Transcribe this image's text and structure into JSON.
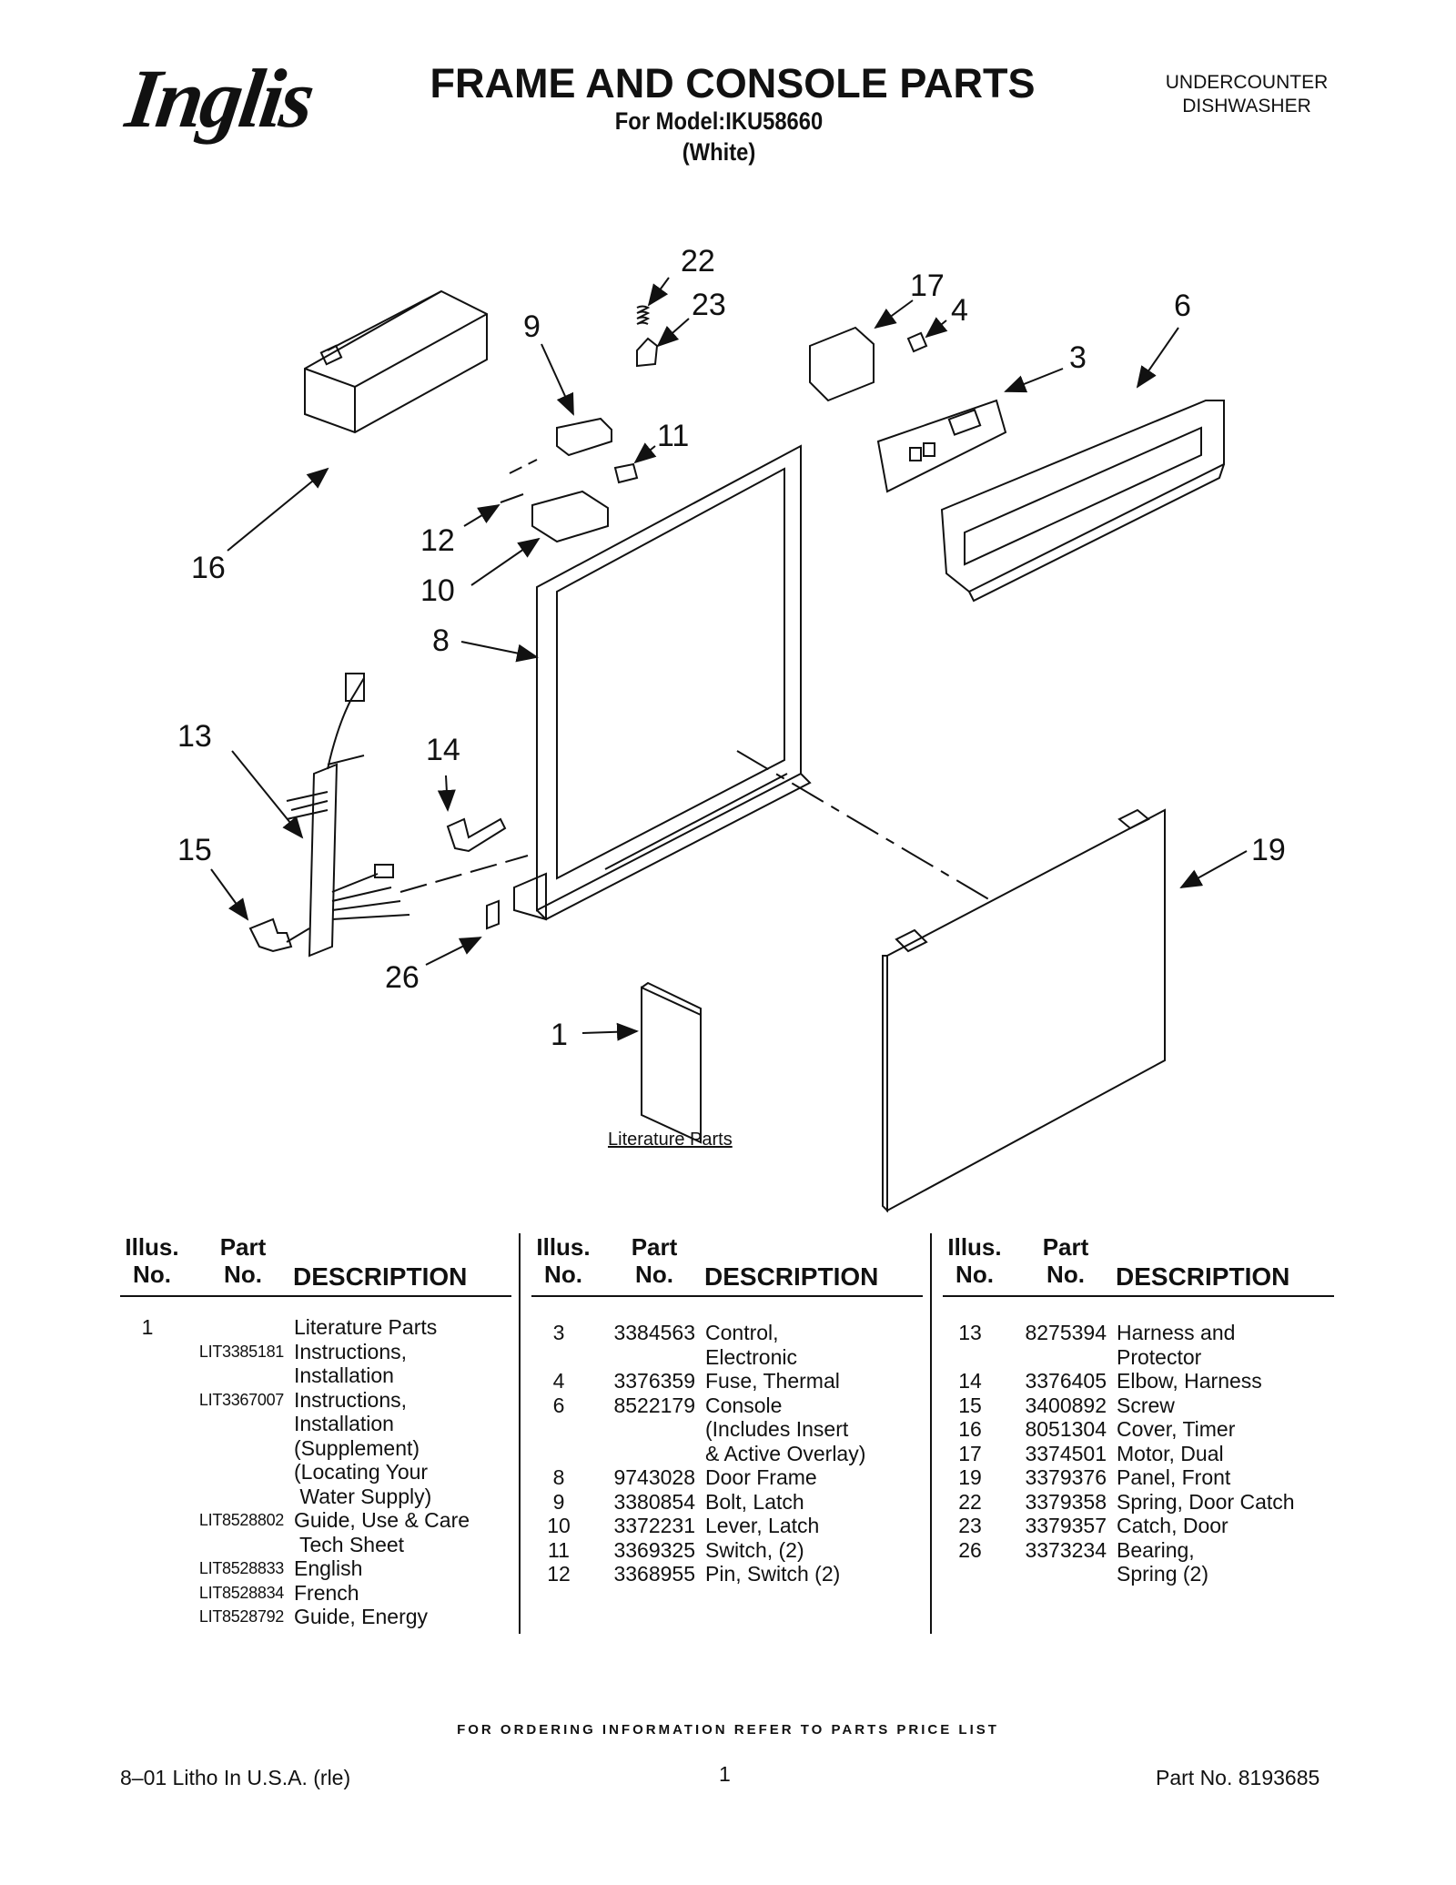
{
  "header": {
    "brand_logo": "Inglis",
    "title": "FRAME AND CONSOLE PARTS",
    "model_line": "For Model:IKU58660",
    "color_line": "(White)",
    "product_line1": "UNDERCOUNTER",
    "product_line2": "DISHWASHER"
  },
  "diagram": {
    "callouts": [
      "22",
      "23",
      "17",
      "4",
      "6",
      "9",
      "11",
      "3",
      "16",
      "12",
      "10",
      "8",
      "13",
      "14",
      "15",
      "19",
      "26",
      "1"
    ],
    "literature_label": "Literature Parts"
  },
  "table_headers": {
    "illus_line1": "Illus.",
    "illus_line2": "No.",
    "part_line1": "Part",
    "part_line2": "No.",
    "description": "DESCRIPTION"
  },
  "columns": [
    [
      {
        "illus": "1",
        "part": "",
        "desc": "Literature Parts"
      },
      {
        "illus": "",
        "part": "LIT3385181",
        "desc": "Instructions,"
      },
      {
        "illus": "",
        "part": "",
        "desc": "Installation"
      },
      {
        "illus": "",
        "part": "LIT3367007",
        "desc": "Instructions,"
      },
      {
        "illus": "",
        "part": "",
        "desc": "Installation"
      },
      {
        "illus": "",
        "part": "",
        "desc": "(Supplement)"
      },
      {
        "illus": "",
        "part": "",
        "desc": "(Locating Your"
      },
      {
        "illus": "",
        "part": "",
        "desc": " Water Supply)"
      },
      {
        "illus": "",
        "part": "LIT8528802",
        "desc": "Guide, Use & Care"
      },
      {
        "illus": "",
        "part": "",
        "desc": " Tech Sheet"
      },
      {
        "illus": "",
        "part": "LIT8528833",
        "desc": "English"
      },
      {
        "illus": "",
        "part": "LIT8528834",
        "desc": "French"
      },
      {
        "illus": "",
        "part": "LIT8528792",
        "desc": "Guide, Energy"
      }
    ],
    [
      {
        "illus": "3",
        "part": "3384563",
        "desc": "Control,"
      },
      {
        "illus": "",
        "part": "",
        "desc": "Electronic"
      },
      {
        "illus": "4",
        "part": "3376359",
        "desc": "Fuse, Thermal"
      },
      {
        "illus": "6",
        "part": "8522179",
        "desc": "Console"
      },
      {
        "illus": "",
        "part": "",
        "desc": "(Includes Insert"
      },
      {
        "illus": "",
        "part": "",
        "desc": "& Active Overlay)"
      },
      {
        "illus": "8",
        "part": "9743028",
        "desc": "Door Frame"
      },
      {
        "illus": "9",
        "part": "3380854",
        "desc": "Bolt, Latch"
      },
      {
        "illus": "10",
        "part": "3372231",
        "desc": "Lever, Latch"
      },
      {
        "illus": "11",
        "part": "3369325",
        "desc": "Switch, (2)"
      },
      {
        "illus": "12",
        "part": "3368955",
        "desc": "Pin, Switch (2)"
      }
    ],
    [
      {
        "illus": "13",
        "part": "8275394",
        "desc": "Harness and"
      },
      {
        "illus": "",
        "part": "",
        "desc": "Protector"
      },
      {
        "illus": "14",
        "part": "3376405",
        "desc": "Elbow, Harness"
      },
      {
        "illus": "15",
        "part": "3400892",
        "desc": "Screw"
      },
      {
        "illus": "16",
        "part": "8051304",
        "desc": "Cover, Timer"
      },
      {
        "illus": "17",
        "part": "3374501",
        "desc": "Motor, Dual"
      },
      {
        "illus": "19",
        "part": "3379376",
        "desc": "Panel, Front"
      },
      {
        "illus": "22",
        "part": "3379358",
        "desc": "Spring, Door Catch"
      },
      {
        "illus": "23",
        "part": "3379357",
        "desc": "Catch, Door"
      },
      {
        "illus": "26",
        "part": "3373234",
        "desc": "Bearing,"
      },
      {
        "illus": "",
        "part": "",
        "desc": "Spring (2)"
      }
    ]
  ],
  "footer": {
    "ordering_note": "FOR ORDERING INFORMATION REFER TO PARTS PRICE LIST",
    "litho": "8–01 Litho In U.S.A. (rle)",
    "page_number": "1",
    "part_number": "Part No. 8193685"
  }
}
